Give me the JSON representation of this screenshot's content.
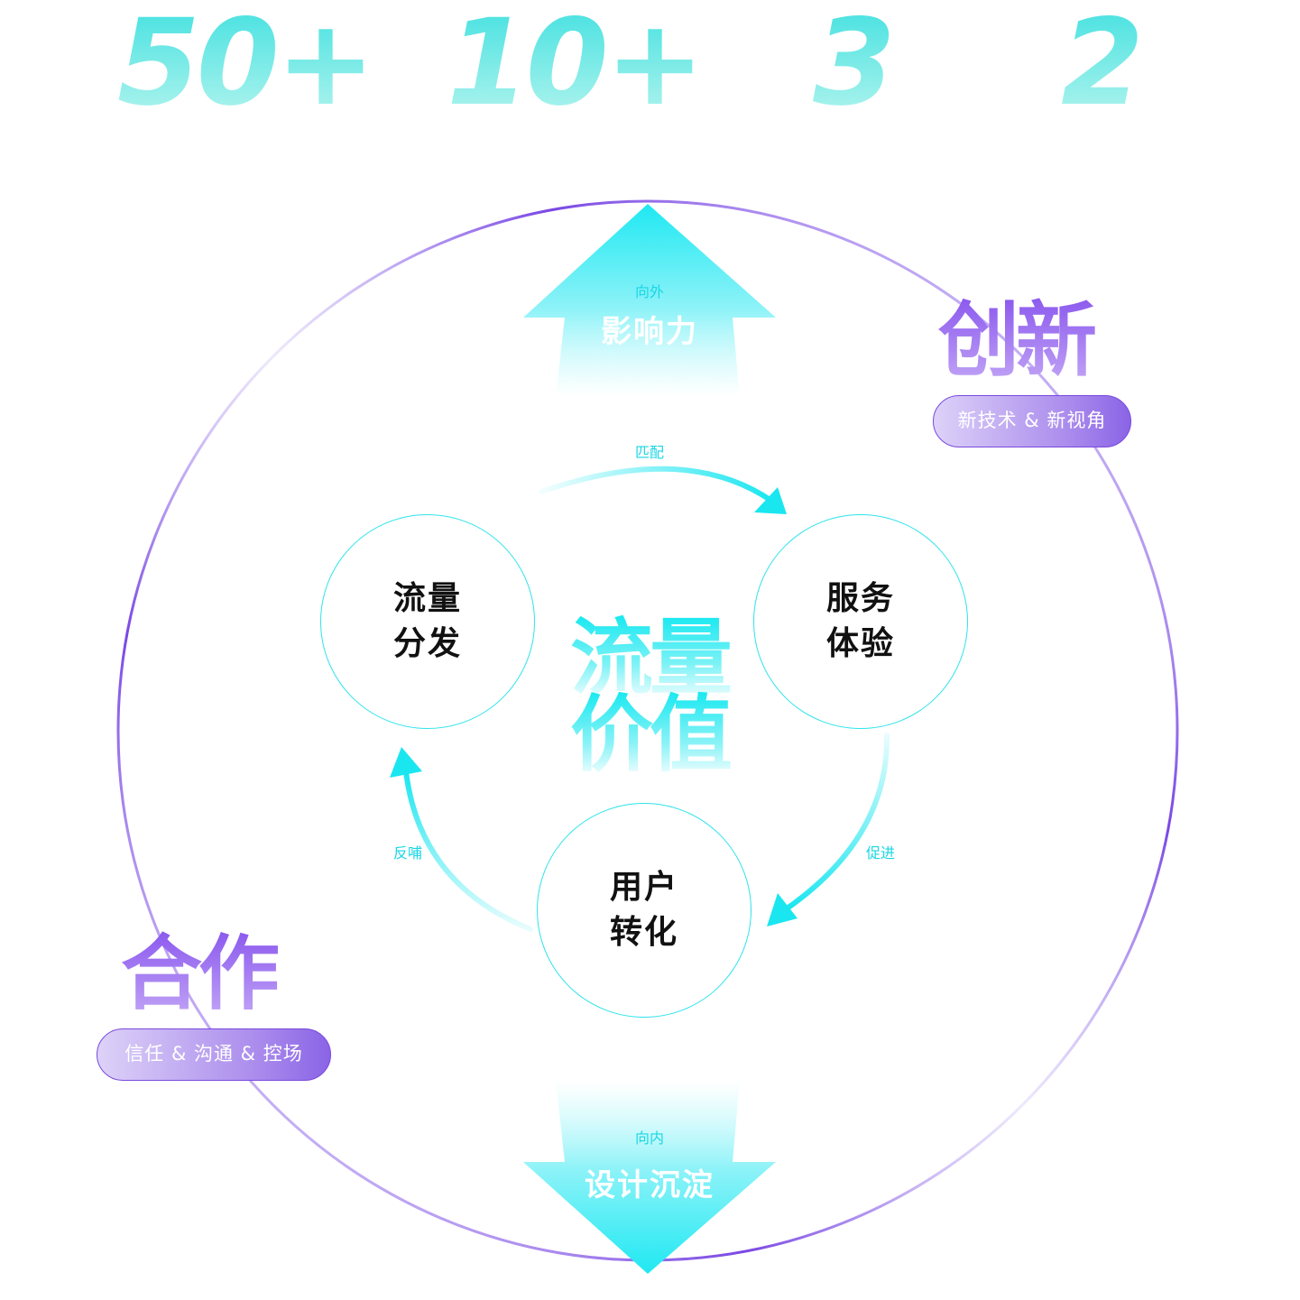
{
  "stats": [
    "50+",
    "10+",
    "3",
    "2"
  ],
  "up_arrow": {
    "small": "向外",
    "label": "影响力"
  },
  "down_arrow": {
    "small": "向内",
    "label": "设计沉淀"
  },
  "cycle": {
    "top_label": "匹配",
    "right_label": "促进",
    "left_label": "反哺"
  },
  "nodes": {
    "traffic": {
      "line1": "流量",
      "line2": "分发"
    },
    "service": {
      "line1": "服务",
      "line2": "体验"
    },
    "user": {
      "line1": "用户",
      "line2": "转化"
    }
  },
  "center": {
    "line1": "流量",
    "line2": "价值"
  },
  "innovation": {
    "title": "创新",
    "pill": "新技术 & 新视角"
  },
  "cooperation": {
    "title": "合作",
    "pill": "信任 & 沟通 & 控场"
  },
  "colors": {
    "cyan": "#1ae6f0",
    "purple": "#8b58ee",
    "mint": "#41e0e0"
  }
}
